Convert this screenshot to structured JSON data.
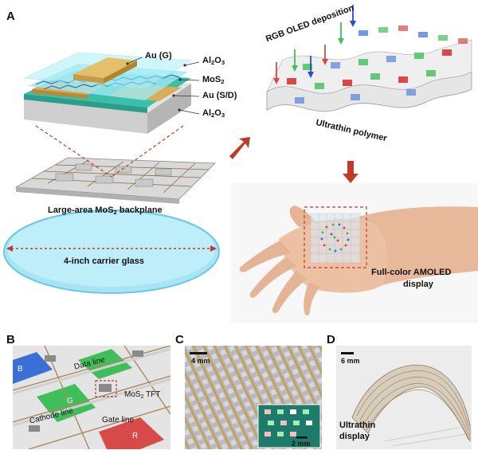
{
  "panels": {
    "a": "A",
    "b": "B",
    "c": "C",
    "d": "D"
  },
  "panel_a": {
    "layers": {
      "au_g": "Au (G)",
      "al2o3_top": {
        "pre": "Al",
        "sub1": "2",
        "mid": "O",
        "sub2": "3"
      },
      "mos2": {
        "pre": "MoS",
        "sub1": "2"
      },
      "au_sd": "Au (S/D)",
      "al2o3_bottom": {
        "pre": "Al",
        "sub1": "2",
        "mid": "O",
        "sub2": "3"
      }
    },
    "backplane": {
      "pre": "Large-area MoS",
      "sub": "2",
      "post": " backplane"
    },
    "carrier": "4-inch carrier glass",
    "deposition": "RGB OLED deposition",
    "polymer": "Ultrathin polymer",
    "display": {
      "line1": "Full-color AMOLED",
      "line2": "display"
    }
  },
  "panel_b": {
    "labels": {
      "b": "B",
      "g": "G",
      "r": "R",
      "data_line": "Data line",
      "tft": {
        "pre": "MoS",
        "sub": "2",
        "post": " TFT"
      },
      "cathode_line": "Cathode line",
      "gate_line": "Gate line"
    }
  },
  "panel_c": {
    "scale_main": "4 mm",
    "scale_inset": "2 mm"
  },
  "panel_d": {
    "scale": "6 mm",
    "caption": {
      "line1": "Ultrathin",
      "line2": "display"
    }
  },
  "colors": {
    "red": "#d84a4a",
    "green": "#3fbf5a",
    "blue": "#3a6fd8",
    "arrow_red": "#c0392b",
    "glass": "#7fd6ee"
  }
}
